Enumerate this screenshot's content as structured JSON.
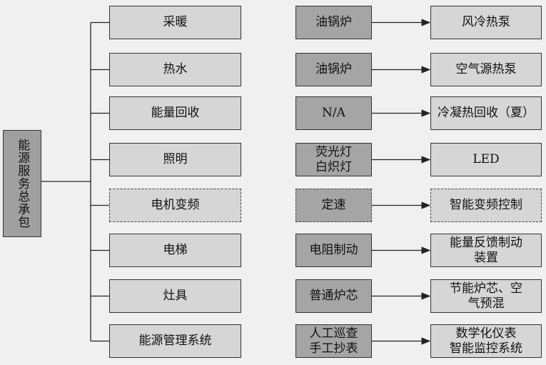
{
  "root": "能源服务总承包",
  "categories": [
    "采暖",
    "热水",
    "能量回收",
    "照明",
    "电机变频",
    "电梯",
    "灶具",
    "能源管理系统"
  ],
  "before": [
    [
      "油锅炉"
    ],
    [
      "油锅炉"
    ],
    [
      "N/A"
    ],
    [
      "荧光灯",
      "白炽灯"
    ],
    [
      "定速"
    ],
    [
      "电阻制动"
    ],
    [
      "普通炉芯"
    ],
    [
      "人工巡查",
      "手工抄表"
    ]
  ],
  "after": [
    [
      "风冷热泵"
    ],
    [
      "空气源热泵"
    ],
    [
      "冷凝热回收（夏）"
    ],
    [
      "LED"
    ],
    [
      "智能变频控制"
    ],
    [
      "能量反馈制动",
      "装置"
    ],
    [
      "节能炉芯、空",
      "气预混"
    ],
    [
      "数学化仪表",
      "智能监控系统"
    ]
  ],
  "dashed_rows": [
    4
  ]
}
